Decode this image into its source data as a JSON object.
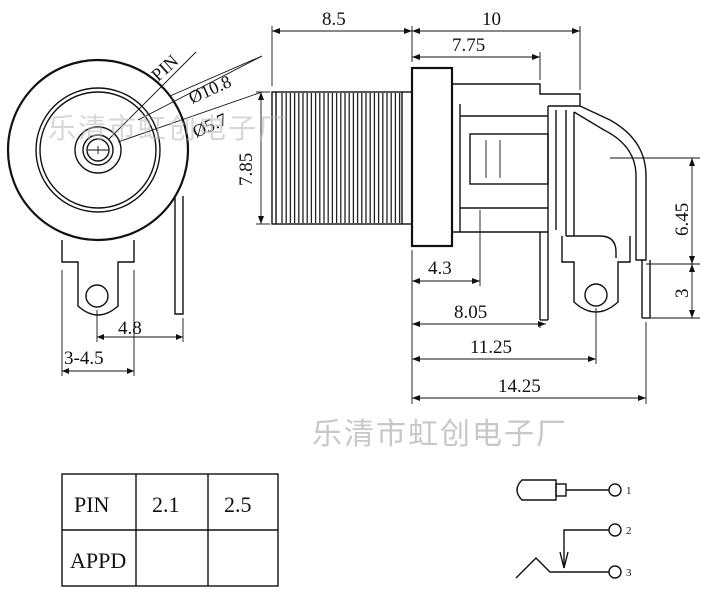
{
  "front_view": {
    "pin_label": "PIN",
    "outer_diameter": "Ø10.8",
    "inner_diameter": "Ø5.7",
    "pin_spacing": "4.8",
    "pin_offset": "3-4.5"
  },
  "side_view": {
    "thread_length": "8.5",
    "body_length": "10",
    "body_inner_length": "7.75",
    "thread_diameter": "7.85",
    "pin1_position": "4.3",
    "pin2_position": "8.05",
    "pin3_position": "11.25",
    "total_length": "14.25",
    "pin_height": "6.45",
    "pin_drop": "3"
  },
  "watermark": "乐清市虹创电子厂",
  "spec_table": {
    "rows": [
      [
        "PIN",
        "2.1",
        "2.5"
      ],
      [
        "APPD",
        "",
        ""
      ]
    ]
  },
  "schematic": {
    "pins": [
      "1",
      "2",
      "3"
    ]
  }
}
